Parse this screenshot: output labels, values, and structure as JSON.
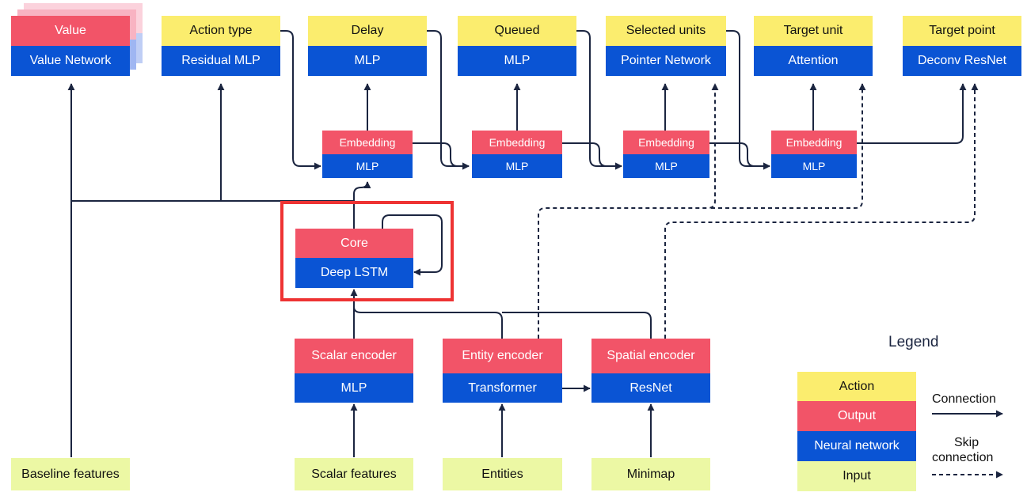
{
  "value_head": {
    "output": "Value",
    "network": "Value Network"
  },
  "heads": [
    {
      "action": "Action type",
      "network": "Residual MLP"
    },
    {
      "action": "Delay",
      "network": "MLP"
    },
    {
      "action": "Queued",
      "network": "MLP"
    },
    {
      "action": "Selected units",
      "network": "Pointer Network"
    },
    {
      "action": "Target unit",
      "network": "Attention"
    },
    {
      "action": "Target point",
      "network": "Deconv ResNet"
    }
  ],
  "embeddings": [
    {
      "output": "Embedding",
      "network": "MLP"
    },
    {
      "output": "Embedding",
      "network": "MLP"
    },
    {
      "output": "Embedding",
      "network": "MLP"
    },
    {
      "output": "Embedding",
      "network": "MLP"
    }
  ],
  "core": {
    "output": "Core",
    "network": "Deep LSTM"
  },
  "encoders": [
    {
      "output": "Scalar encoder",
      "network": "MLP"
    },
    {
      "output": "Entity encoder",
      "network": "Transformer"
    },
    {
      "output": "Spatial encoder",
      "network": "ResNet"
    }
  ],
  "inputs": [
    "Baseline features",
    "Scalar features",
    "Entities",
    "Minimap"
  ],
  "legend": {
    "title": "Legend",
    "action": "Action",
    "output": "Output",
    "network": "Neural network",
    "input": "Input",
    "connection": "Connection",
    "skip_line1": "Skip",
    "skip_line2": "connection"
  }
}
